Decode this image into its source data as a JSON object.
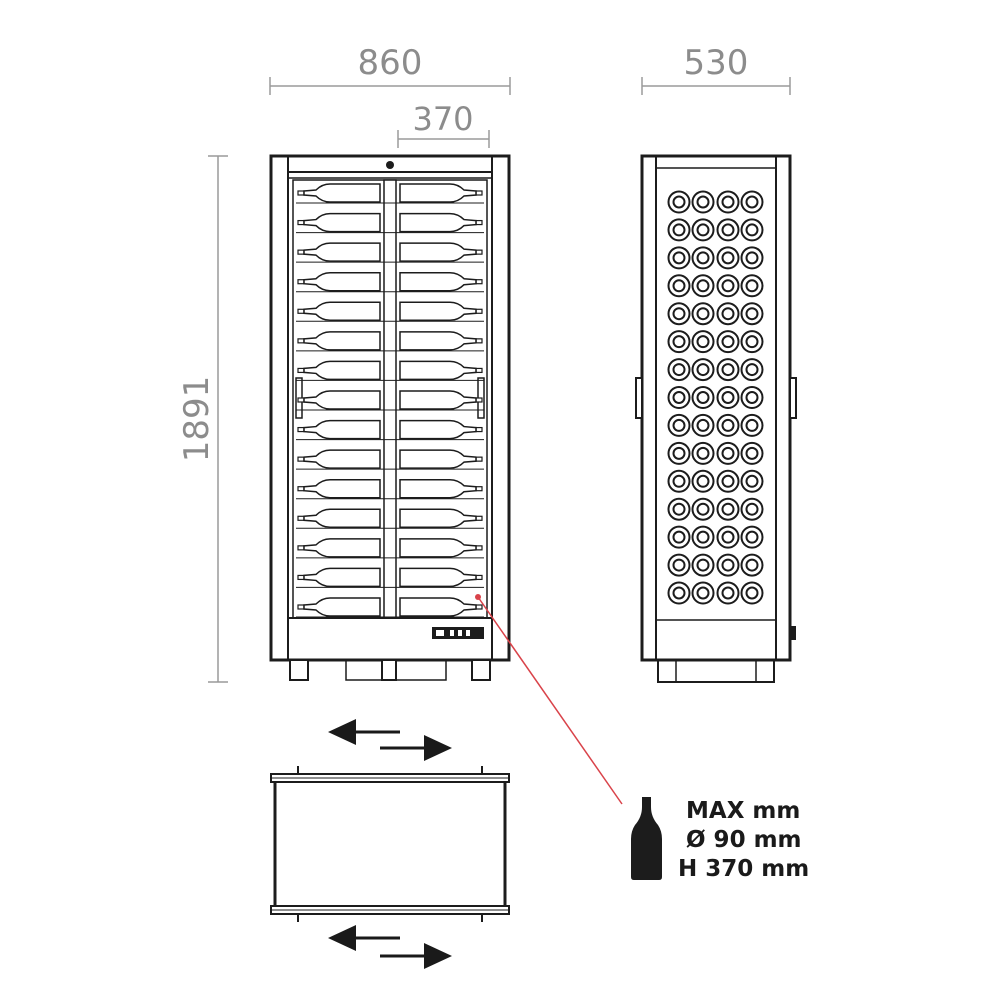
{
  "dimensions": {
    "width": "860",
    "depth": "530",
    "height": "1891",
    "shelf_depth": "370"
  },
  "bottle_spec": {
    "line1": "MAX mm",
    "line2": "Ø 90 mm",
    "line3": "H 370 mm"
  },
  "front_view": {
    "shelves_per_column": 15,
    "columns": 2
  },
  "side_view": {
    "rows": 15,
    "columns": 4
  },
  "icons": [
    "wine-bottle-icon",
    "arrow-left-icon",
    "arrow-right-icon",
    "lock-icon"
  ],
  "colors": {
    "outline": "#1c1c1c",
    "dimension": "#8c8c8c",
    "leader_line": "#d9434a"
  }
}
